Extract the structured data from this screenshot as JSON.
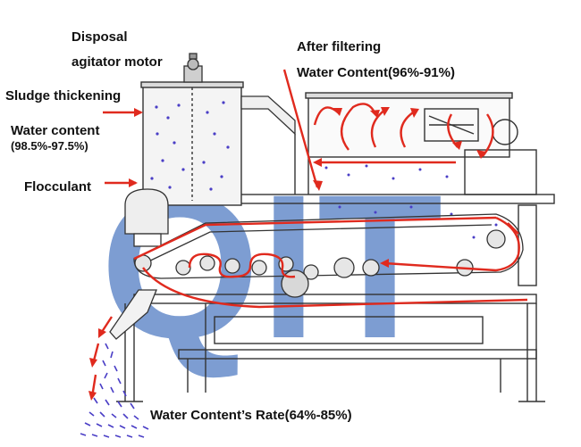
{
  "labels": {
    "disposal": "Disposal",
    "agitator_motor": "agitator motor",
    "sludge_thickening": "Sludge thickening",
    "water_content": "Water content",
    "water_content_value": "(98.5%-97.5%)",
    "flocculant": "Flocculant",
    "after_filtering": "After filtering",
    "after_filtering_value": "Water Content(96%-91%)",
    "output_rate": "Water Content’s Rate(64%-85%)"
  },
  "watermark": {
    "text": "QIT",
    "color": "#2f62b8"
  },
  "colors": {
    "flow": "#e02a1e",
    "line": "#333333",
    "droplet": "#4a3ec6",
    "tank_fill": "#f4f4f4"
  }
}
